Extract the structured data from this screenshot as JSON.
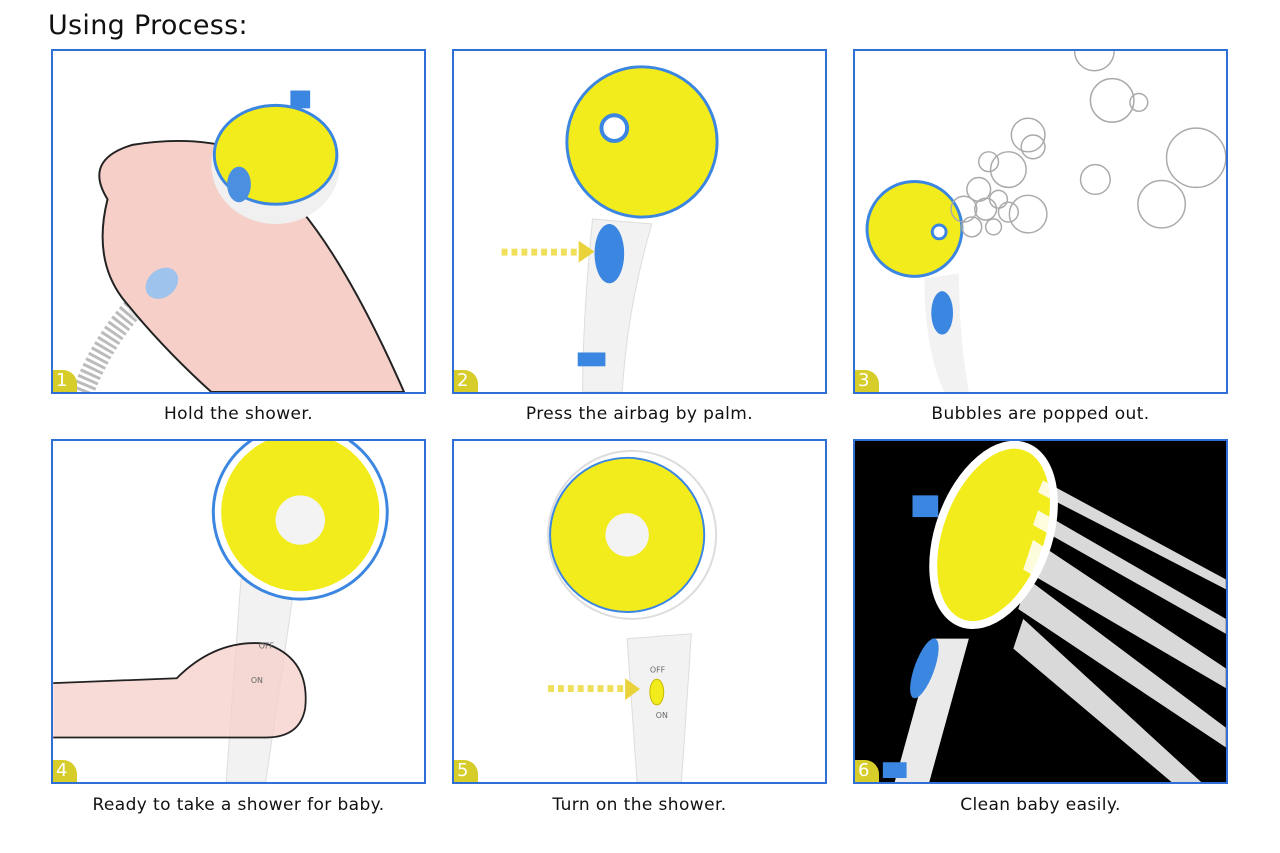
{
  "title": "Using Process:",
  "steps": [
    {
      "number": "1",
      "caption": "Hold the shower."
    },
    {
      "number": "2",
      "caption": "Press the airbag by palm."
    },
    {
      "number": "3",
      "caption": "Bubbles are popped out."
    },
    {
      "number": "4",
      "caption": "Ready to take a shower for baby."
    },
    {
      "number": "5",
      "caption": "Turn on the shower."
    },
    {
      "number": "6",
      "caption": "Clean baby easily."
    }
  ],
  "switch_labels": {
    "off": "OFF",
    "on": "ON"
  },
  "colors": {
    "frame": "#2f6fd6",
    "badge": "#d6cc2a",
    "shower_yellow": "#f3ec1c",
    "accent_blue": "#3b86e0"
  }
}
